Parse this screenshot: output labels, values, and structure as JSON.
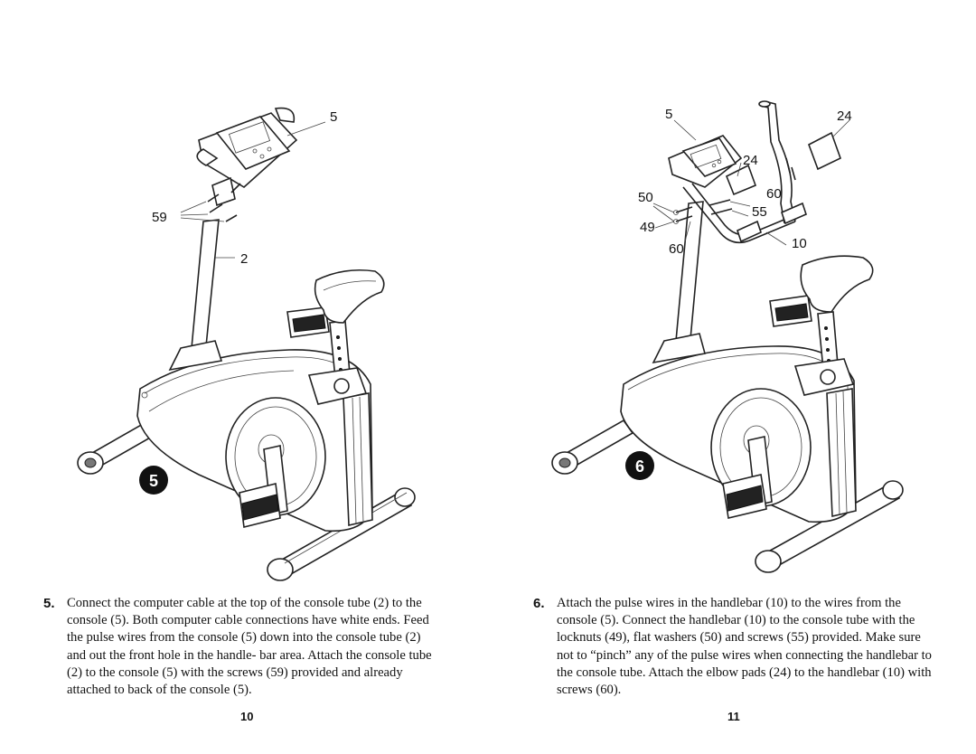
{
  "figures": [
    {
      "step_badge": "5",
      "callouts": [
        "5",
        "59",
        "2"
      ]
    },
    {
      "step_badge": "6",
      "callouts": [
        "5",
        "24",
        "24",
        "50",
        "60",
        "55",
        "49",
        "10",
        "60"
      ]
    }
  ],
  "instructions": [
    {
      "number": "5.",
      "text": "Connect the computer cable at the top of the console tube (2) to the console (5). Both computer cable connections have white ends. Feed the pulse wires from the console (5) down into the console tube (2) and out the front hole in the handle- bar area. Attach the console tube (2) to the console (5) with the screws (59) provided and already attached to back of the console (5)."
    },
    {
      "number": "6.",
      "text": "Attach the pulse wires in the handlebar (10) to the wires from the console (5). Connect the handlebar (10) to the console tube with the locknuts (49), flat washers (50) and screws (55) provided. Make sure not to “pinch” any of the pulse wires when connecting the handlebar to the console tube. Attach the elbow pads (24) to the handlebar (10) with screws (60)."
    }
  ],
  "page_numbers": [
    "10",
    "11"
  ]
}
